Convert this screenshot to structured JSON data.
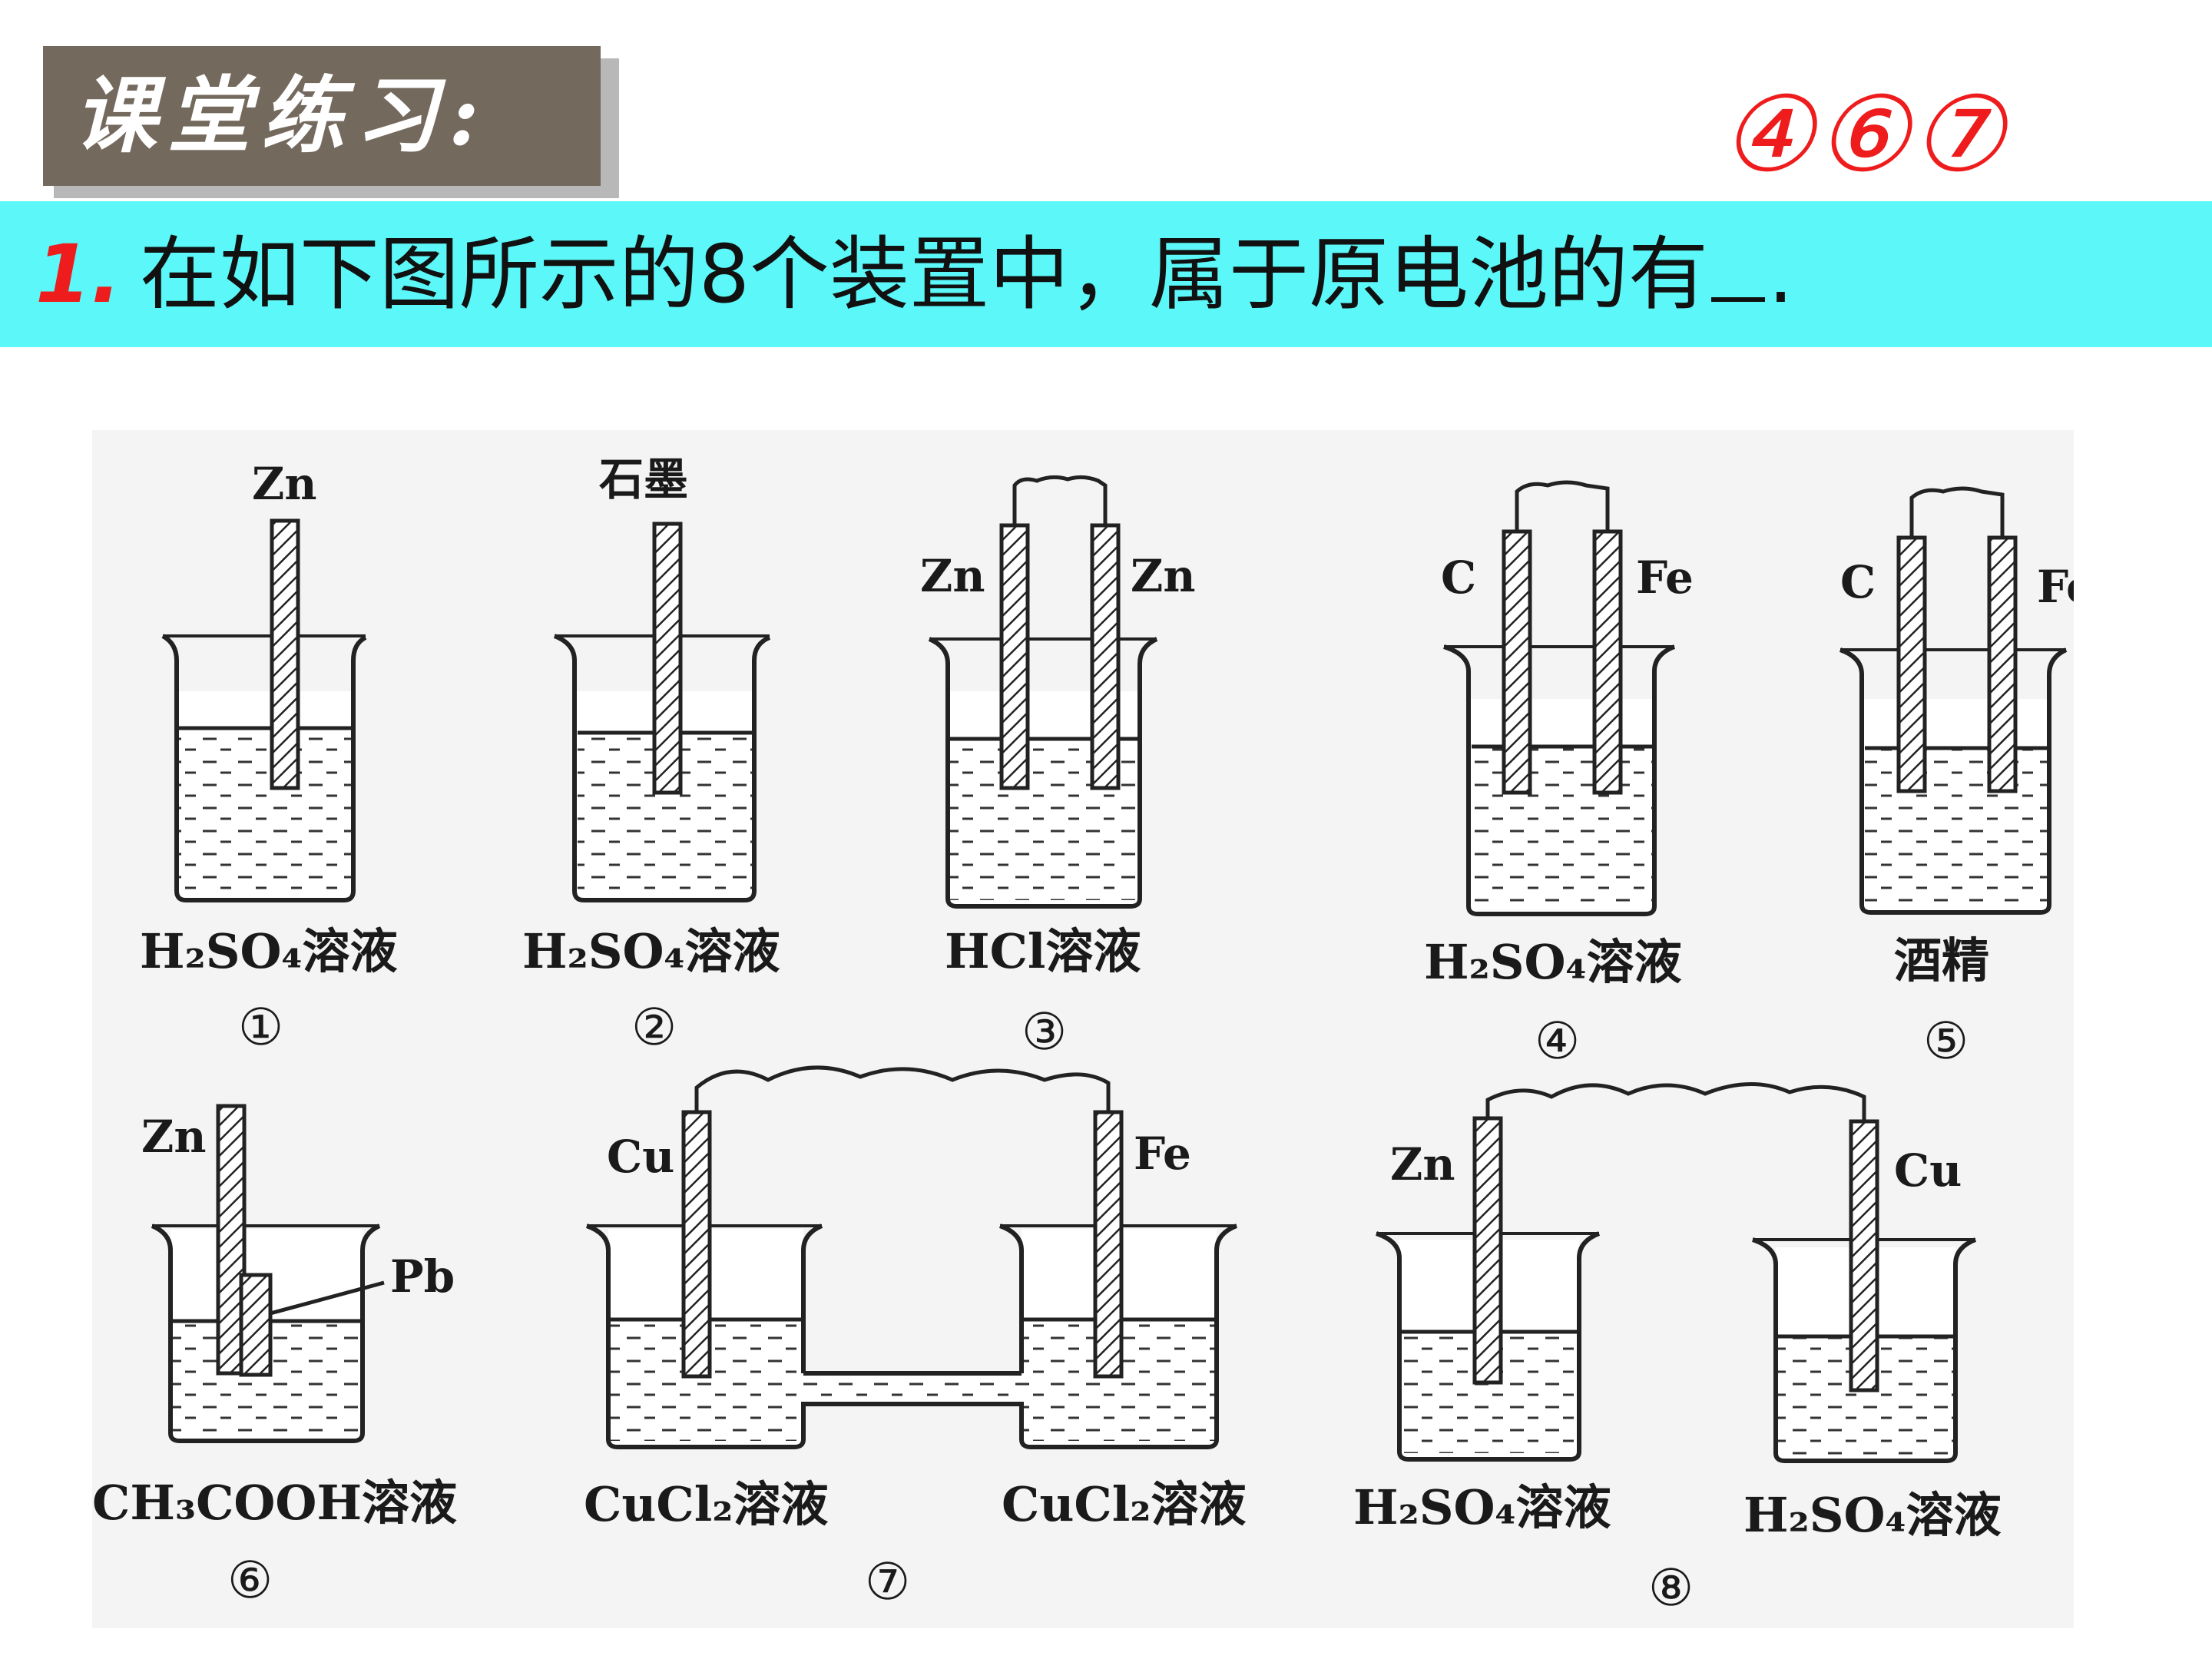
{
  "header": {
    "tag": "课堂练习:",
    "answer": "④⑥⑦"
  },
  "question": {
    "number": "1.",
    "text": "在如下图所示的8个装置中，属于原电池的有",
    "end": "."
  },
  "apparatus": [
    {
      "num": "①",
      "electrodes": [
        "Zn"
      ],
      "solution": "H₂SO₄溶液"
    },
    {
      "num": "②",
      "electrodes": [
        "石墨"
      ],
      "solution": "H₂SO₄溶液"
    },
    {
      "num": "③",
      "electrodes": [
        "Zn",
        "Zn"
      ],
      "solution": "HCl溶液"
    },
    {
      "num": "④",
      "electrodes": [
        "C",
        "Fe"
      ],
      "solution": "H₂SO₄溶液"
    },
    {
      "num": "⑤",
      "electrodes": [
        "C",
        "Fe"
      ],
      "solution": "酒精"
    },
    {
      "num": "⑥",
      "electrodes": [
        "Zn",
        "Pb"
      ],
      "solution": "CH₃COOH溶液"
    },
    {
      "num": "⑦",
      "electrodes": [
        "Cu",
        "Fe"
      ],
      "solutions": [
        "CuCl₂溶液",
        "CuCl₂溶液"
      ]
    },
    {
      "num": "⑧",
      "electrodes": [
        "Zn",
        "Cu"
      ],
      "solutions": [
        "H₂SO₄溶液",
        "H₂SO₄溶液"
      ]
    }
  ],
  "colors": {
    "tag_bg": "#74695d",
    "question_bar": "#5cf7f8",
    "answer_red": "#ee1c1c"
  }
}
